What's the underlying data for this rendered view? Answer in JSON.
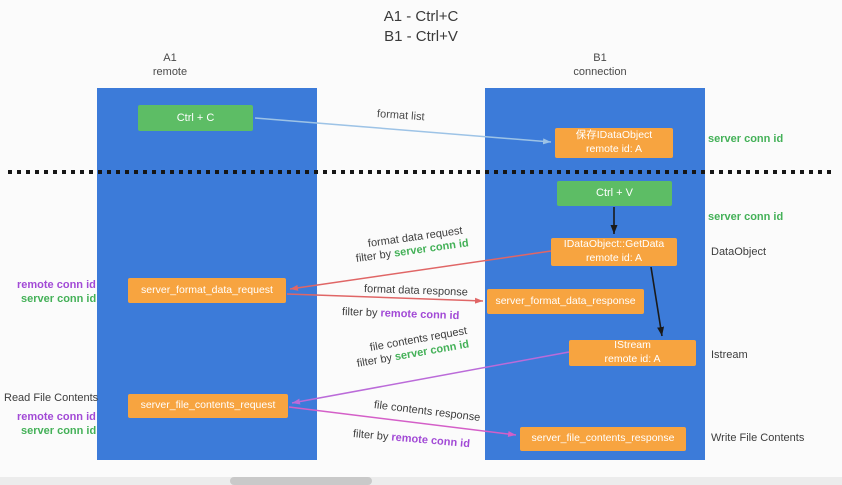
{
  "title": {
    "line1": "A1 - Ctrl+C",
    "line2": "B1 - Ctrl+V"
  },
  "lanes": {
    "left": {
      "name": "A1",
      "role": "remote"
    },
    "right": {
      "name": "B1",
      "role": "connection"
    }
  },
  "nodes": {
    "ctrl_c": {
      "label": "Ctrl + C"
    },
    "save_idataobject": {
      "line1": "保存IDataObject",
      "line2": "remote id: A"
    },
    "ctrl_v": {
      "label": "Ctrl + V"
    },
    "getdata": {
      "line1": "IDataObject::GetData",
      "line2": "remote id: A"
    },
    "istream": {
      "line1": "IStream",
      "line2": "remote id: A"
    },
    "format_request": {
      "label": "server_format_data_request"
    },
    "format_response": {
      "label": "server_format_data_response"
    },
    "file_request": {
      "label": "server_file_contents_request"
    },
    "file_response": {
      "label": "server_file_contents_response"
    }
  },
  "edge_labels": {
    "format_list": "format list",
    "format_data_request": "format data request",
    "format_data_response": "format data response",
    "file_contents_request": "file contents request",
    "file_contents_response": "file contents response",
    "filter_by": "filter by",
    "server_conn_id": "server conn id",
    "remote_conn_id": "remote conn id"
  },
  "side_labels": {
    "server_conn_id_top": "server conn id",
    "server_conn_id_mid": "server conn id",
    "dataobject": "DataObject",
    "istream": "Istream",
    "write_file_contents": "Write File Contents",
    "read_file_contents": "Read File Contents",
    "left_remote_conn_id": "remote conn id",
    "left_server_conn_id": "server conn id"
  },
  "colors": {
    "lane_blue": "#3c7bd9",
    "node_green": "#5dbd65",
    "node_orange": "#f7a440",
    "accent_green": "#44b158",
    "accent_purple": "#a24ad6",
    "arrow_red": "#e06666",
    "arrow_purple": "#bb6bd9",
    "arrow_magenta": "#d45fc8",
    "arrow_light_blue": "#9dc3e6",
    "arrow_black": "#1a1a1a"
  }
}
